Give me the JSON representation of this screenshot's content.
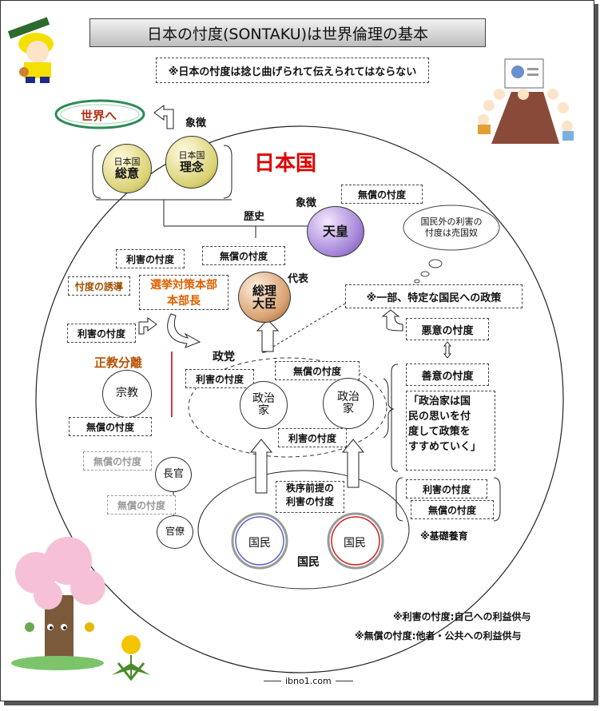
{
  "title": "日本の忖度(SONTAKU)は世界倫理の基本",
  "subtitle_note": "※日本の忖度は捻じ曲げられて伝えられてはならない",
  "world": "世界へ",
  "symbol_1": "象徴",
  "japan": "日本国",
  "consensus": {
    "top": "日本国",
    "bottom": "総意"
  },
  "ideal": {
    "top": "日本国",
    "bottom": "理念"
  },
  "history": "歴史",
  "symbol_2": "象徴",
  "emperor": "天皇",
  "emperor_label": "無償の忖度",
  "thought_bubble": [
    "国民外の利害の",
    "忖度は売国奴"
  ],
  "interest_1": "利害の忖度",
  "free_1": "無償の忖度",
  "representative": "代表",
  "pm": {
    "line1": "総理",
    "line2": "大臣"
  },
  "guidance": "忖度の誘導",
  "election": {
    "line1": "選挙対策本部",
    "line2": "本部長"
  },
  "policy_note": "※一部、特定な国民への政策",
  "interest_2": "利害の忖度",
  "malice": "悪意の忖度",
  "goodwill": "善意の忖度",
  "separation": "正教分離",
  "party": "政党",
  "interest_3": "利害の忖度",
  "free_2": "無償の忖度",
  "politician_1": {
    "line1": "政治",
    "line2": "家"
  },
  "politician_2": {
    "line1": "政治",
    "line2": "家"
  },
  "religion": "宗教",
  "free_3": "無償の忖度",
  "interest_4": "利害の忖度",
  "quote": [
    "「政治家は国",
    "民の思いを付",
    "度して政策を",
    "すすめていく」"
  ],
  "free_grey_1": "無償の忖度",
  "chief": "長官",
  "free_grey_2": "無償の忖度",
  "order": {
    "line1": "秩序前提の",
    "line2": "利害の忖度"
  },
  "interest_5": "利害の忖度",
  "free_4": "無償の忖度",
  "bureaucrat": "官僚",
  "citizen_1": "国民",
  "citizen_2": "国民",
  "citizens_label": "国民",
  "basic_education": "※基礎養育",
  "footnote_1": "※利害の忖度:自己への利益供与",
  "footnote_2": "※無償の忖度:他者・公共への利益供与",
  "credit": "ibno1.com",
  "colors": {
    "japan_red": "#e00000",
    "brand_orange": "#e06000",
    "separation": "#b85000",
    "world_green": "#2e8b57"
  }
}
